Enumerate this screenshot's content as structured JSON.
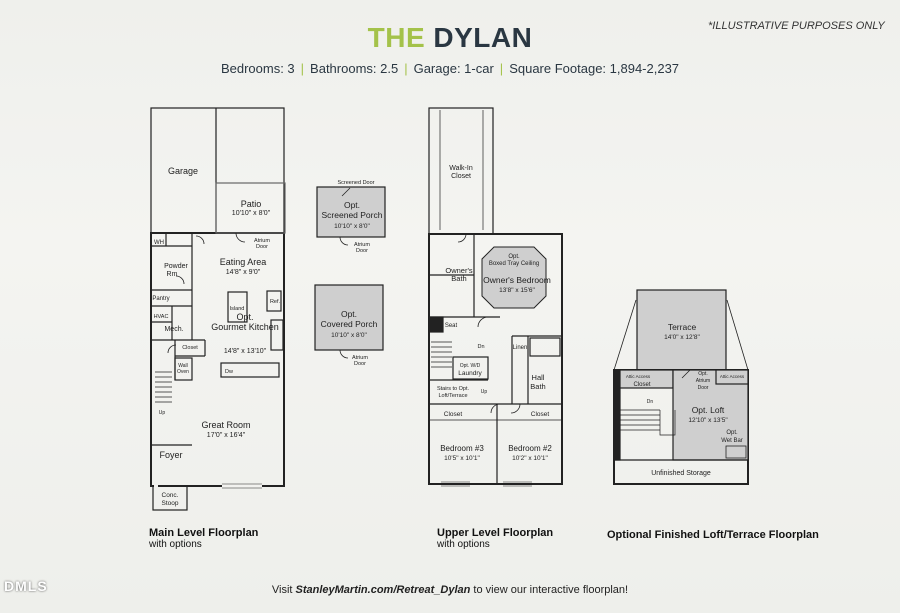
{
  "header": {
    "title_part1": "THE",
    "title_part2": "DYLAN",
    "disclaimer": "*ILLUSTRATIVE PURPOSES ONLY"
  },
  "stats": [
    "Bedrooms: 3",
    "Bathrooms: 2.5",
    "Garage: 1-car",
    "Square Footage: 1,894-2,237"
  ],
  "main_level": {
    "garage": "Garage",
    "patio": "Patio",
    "patio_dim": "10'10\" x 8'0\"",
    "wh": "WH",
    "powder": "Powder",
    "powder2": "Rm",
    "atrium_door": "Atrium",
    "atrium_door2": "Door",
    "eating": "Eating Area",
    "eating_dim": "14'8\" x 9'0\"",
    "pantry": "Pantry",
    "hvac": "HVAC",
    "mech": "Mech.",
    "kitchen1": "Opt.",
    "kitchen2": "Gourmet Kitchen",
    "kitchen_dim": "14'8\" x 13'10\"",
    "island": "Island",
    "ref": "Ref.",
    "closet": "Closet",
    "wall_oven": "Wall",
    "wall_oven2": "Oven",
    "dw": "Dw",
    "up": "Up",
    "great_room": "Great Room",
    "great_dim": "17'0\" x 16'4\"",
    "foyer": "Foyer",
    "stoop1": "Conc.",
    "stoop2": "Stoop",
    "screened_door": "Screened Door",
    "screened1": "Opt.",
    "screened2": "Screened Porch",
    "screened_dim": "10'10\" x 8'0\"",
    "covered1": "Opt.",
    "covered2": "Covered Porch",
    "covered_dim": "10'10\" x 8'0\""
  },
  "upper_level": {
    "walkin1": "Walk-In",
    "walkin2": "Closet",
    "tray1": "Opt.",
    "tray2": "Boxed Tray Ceiling",
    "owners_bath1": "Owner's",
    "owners_bath2": "Bath",
    "owners_bed": "Owner's Bedroom",
    "owners_dim": "13'8\" x 15'6\"",
    "seat": "Seat",
    "dn": "Dn",
    "linen": "Linen",
    "laundry1": "Opt. W/D",
    "laundry2": "Laundry",
    "hall_bath1": "Hall",
    "hall_bath2": "Bath",
    "stairs1": "Stairs to Opt.",
    "stairs2": "Loft/Terrace",
    "up": "Up",
    "closet": "Closet",
    "bed3": "Bedroom #3",
    "bed3_dim": "10'5\" x 10'1\"",
    "bed2": "Bedroom #2",
    "bed2_dim": "10'2\" x 10'1\""
  },
  "loft_level": {
    "terrace": "Terrace",
    "terrace_dim": "14'0\" x 12'8\"",
    "attic": "Attic Access",
    "closet": "Closet",
    "atrium1": "Opt.",
    "atrium2": "Atrium",
    "atrium3": "Door",
    "loft1": "Opt. Loft",
    "loft_dim": "12'10\" x 13'5\"",
    "wetbar1": "Opt.",
    "wetbar2": "Wet Bar",
    "storage": "Unfinished Storage",
    "dn": "Dn"
  },
  "captions": {
    "main_title": "Main Level Floorplan",
    "main_sub": "with options",
    "upper_title": "Upper Level Floorplan",
    "upper_sub": "with options",
    "loft_title": "Optional Finished Loft/Terrace Floorplan"
  },
  "footer": {
    "pre": "Visit ",
    "link": "StanleyMartin.com/Retreat_Dylan",
    "post": " to view our interactive floorplan!"
  },
  "watermark": "DMLS",
  "colors": {
    "accent": "#a4c24a",
    "navy": "#2a3742",
    "option_fill": "#cfcfcf"
  }
}
